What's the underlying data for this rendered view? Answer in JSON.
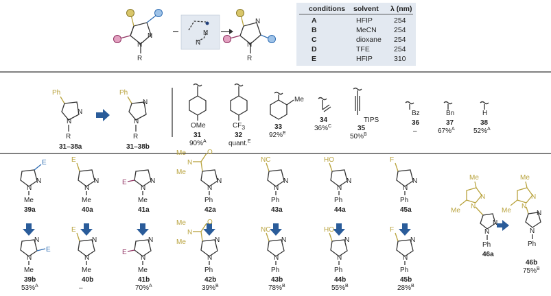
{
  "colors": {
    "gold": "#b8a23c",
    "blue": "#2f6db3",
    "plum": "#8e2f5f",
    "pink": "#d86a9a",
    "lightblue": "#9fc3e8",
    "panel": "#e3e9f1",
    "arrow": "#2a5c9a"
  },
  "scheme": {
    "r_label": "R",
    "r_label_product": "R",
    "n_label": "N",
    "table": {
      "headers": [
        "conditions",
        "solvent",
        "λ (nm)"
      ],
      "rows": [
        [
          "A",
          "HFIP",
          "254"
        ],
        [
          "B",
          "MeCN",
          "254"
        ],
        [
          "C",
          "dioxane",
          "254"
        ],
        [
          "D",
          "TFE",
          "254"
        ],
        [
          "E",
          "HFIP",
          "310"
        ]
      ]
    }
  },
  "row2": {
    "sm_label": "31–38a",
    "product_label": "31–38b",
    "ph_label": "Ph",
    "r_label": "R",
    "substituents": [
      {
        "group_top": "",
        "group_bottom": "OMe",
        "number": "31",
        "yield": "90%",
        "cond": "A"
      },
      {
        "group_top": "",
        "group_bottom": "CF3",
        "number": "32",
        "yield": "quant.",
        "cond": "E"
      },
      {
        "group_top": "Me",
        "group_bottom": "",
        "number": "33",
        "yield": "92%",
        "cond": "E"
      },
      {
        "group_top": "",
        "group_bottom": "",
        "number": "34",
        "yield": "36%",
        "cond": "C"
      },
      {
        "group_top": "",
        "group_bottom": "TIPS",
        "number": "35",
        "yield": "50%",
        "cond": "B"
      },
      {
        "group_top": "",
        "group_bottom": "Bz",
        "number": "36",
        "yield": "–",
        "cond": ""
      },
      {
        "group_top": "",
        "group_bottom": "Bn",
        "number": "37",
        "yield": "67%",
        "cond": "A"
      },
      {
        "group_top": "",
        "group_bottom": "H",
        "number": "38",
        "yield": "52%",
        "cond": "A"
      }
    ]
  },
  "row3": [
    {
      "sm": "39a",
      "prod": "39b",
      "sub": "E",
      "n_sub": "Me",
      "yield": "53%",
      "cond": "A",
      "color": "blue"
    },
    {
      "sm": "40a",
      "prod": "40b",
      "sub": "E",
      "n_sub": "Me",
      "yield": "–",
      "cond": "",
      "color": "gold"
    },
    {
      "sm": "41a",
      "prod": "41b",
      "sub": "E",
      "n_sub": "Me",
      "yield": "70%",
      "cond": "A",
      "color": "plum"
    },
    {
      "sm": "42a",
      "prod": "42b",
      "sub": "",
      "n_sub": "Ph",
      "yield": "39%",
      "cond": "B",
      "color": "gold"
    },
    {
      "sm": "43a",
      "prod": "43b",
      "sub": "NC",
      "n_sub": "Ph",
      "yield": "78%",
      "cond": "B",
      "color": "gold"
    },
    {
      "sm": "44a",
      "prod": "44b",
      "sub": "HO",
      "n_sub": "Ph",
      "yield": "55%",
      "cond": "B",
      "color": "gold"
    },
    {
      "sm": "45a",
      "prod": "45b",
      "sub": "F",
      "n_sub": "Ph",
      "yield": "28%",
      "cond": "B",
      "color": "gold"
    }
  ],
  "row3_46": {
    "sm": "46a",
    "prod": "46b",
    "me1": "Me",
    "me2": "Me",
    "n_sub": "Ph",
    "yield": "75%",
    "cond": "B"
  },
  "amide": {
    "me_top": "Me",
    "me_bottom": "Me",
    "o": "O",
    "n": "N"
  }
}
